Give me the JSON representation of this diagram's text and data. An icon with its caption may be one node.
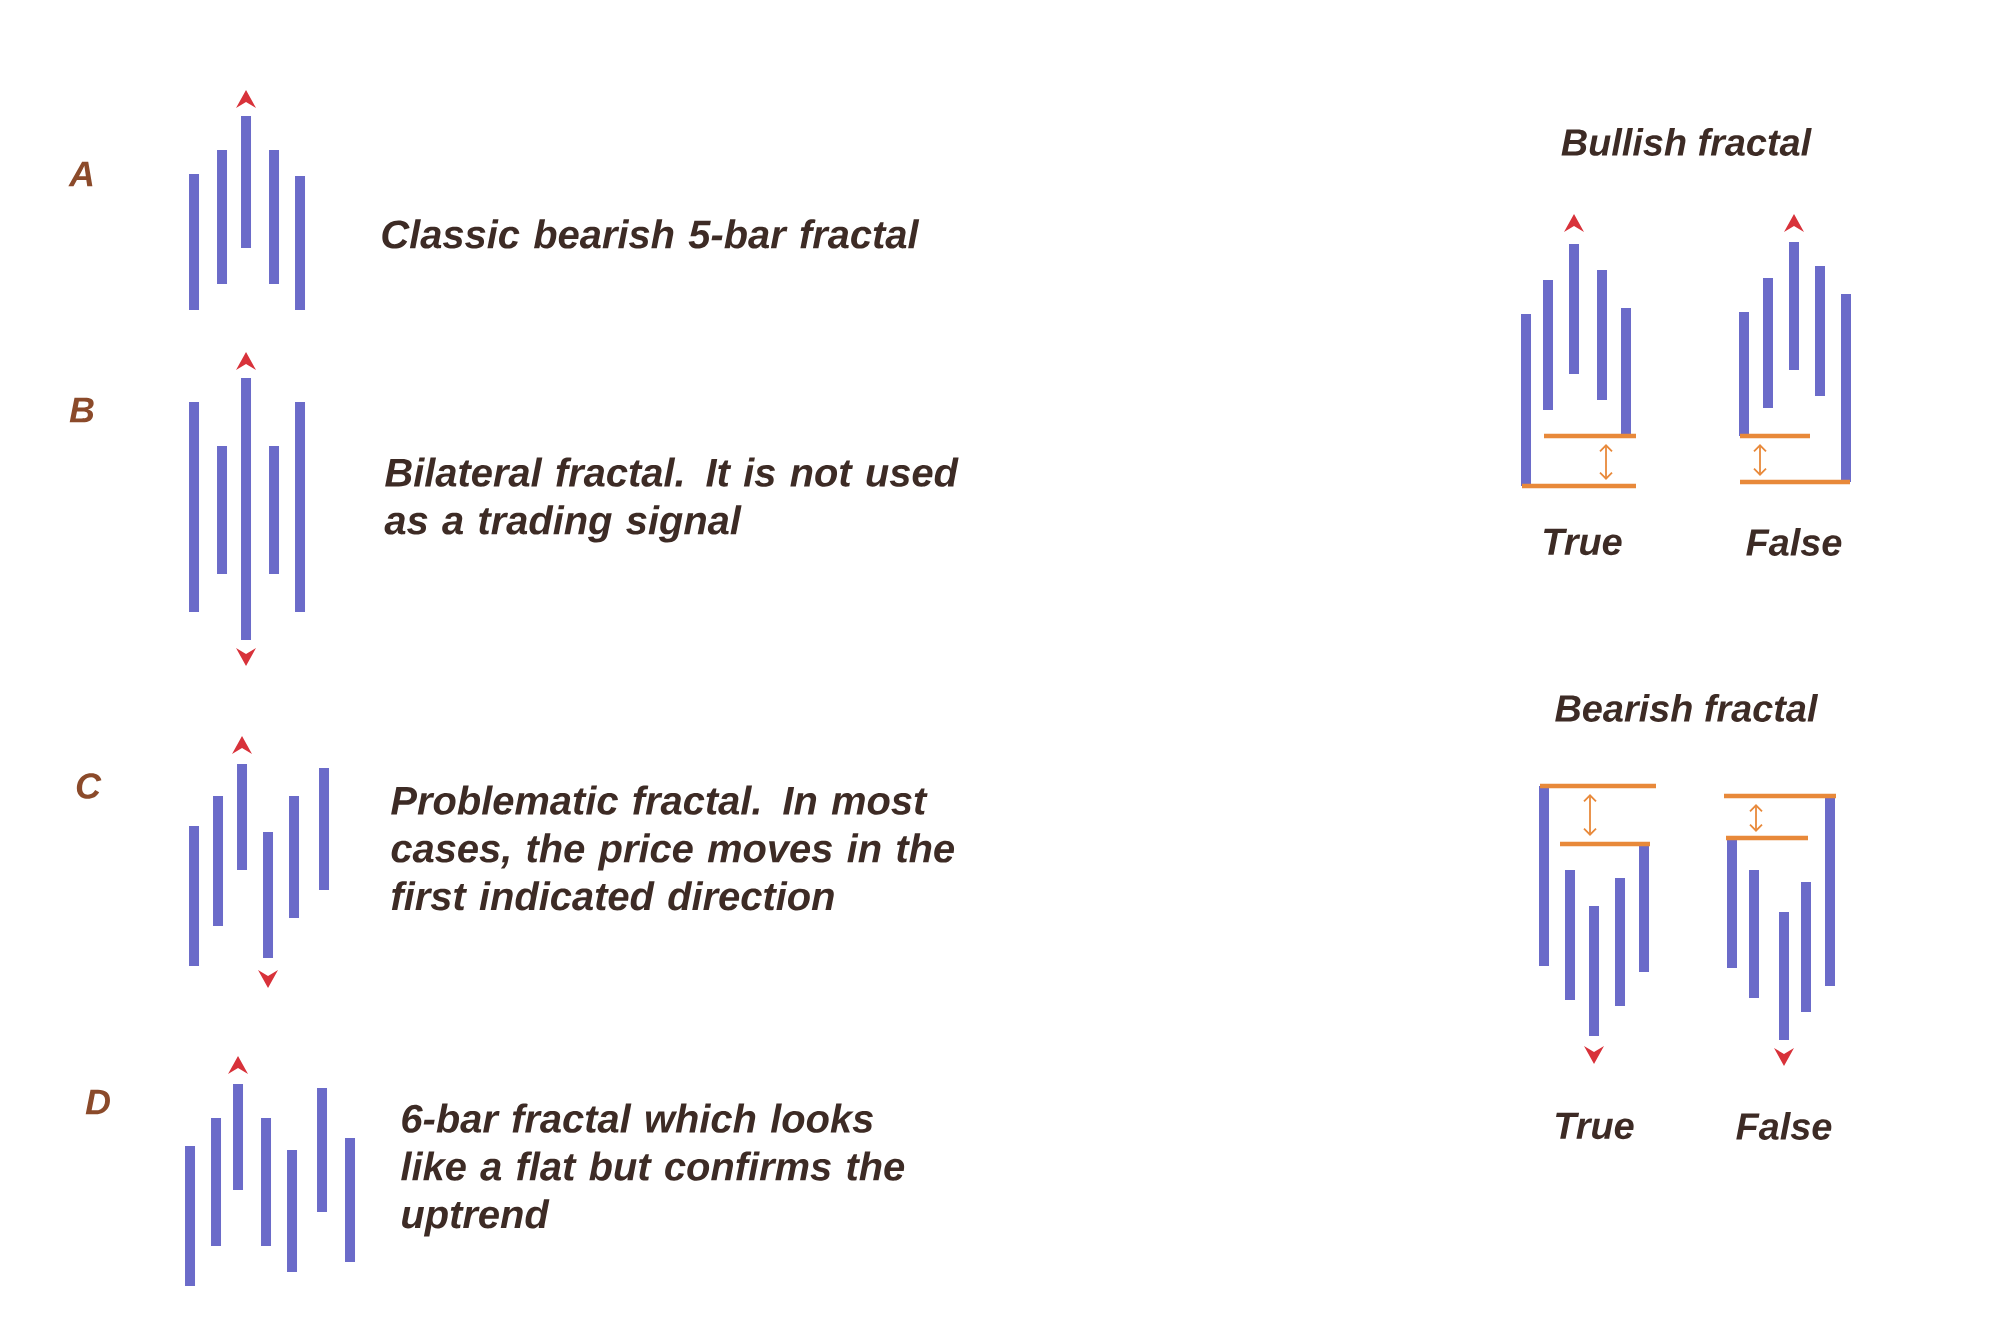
{
  "diagram": {
    "labels": [
      "A",
      "Classic bearish 5-bar fractal",
      "B",
      "Bilateral fractal. It is not used as a trading signal",
      "C",
      "Problematic fractal. In most cases, the price moves in the first indicated direction",
      "D",
      "6-bar fractal which looks like a flat but confirms the uptrend",
      "Bullish fractal",
      "True",
      "False",
      "Bearish fractal",
      "True",
      "False"
    ]
  }
}
